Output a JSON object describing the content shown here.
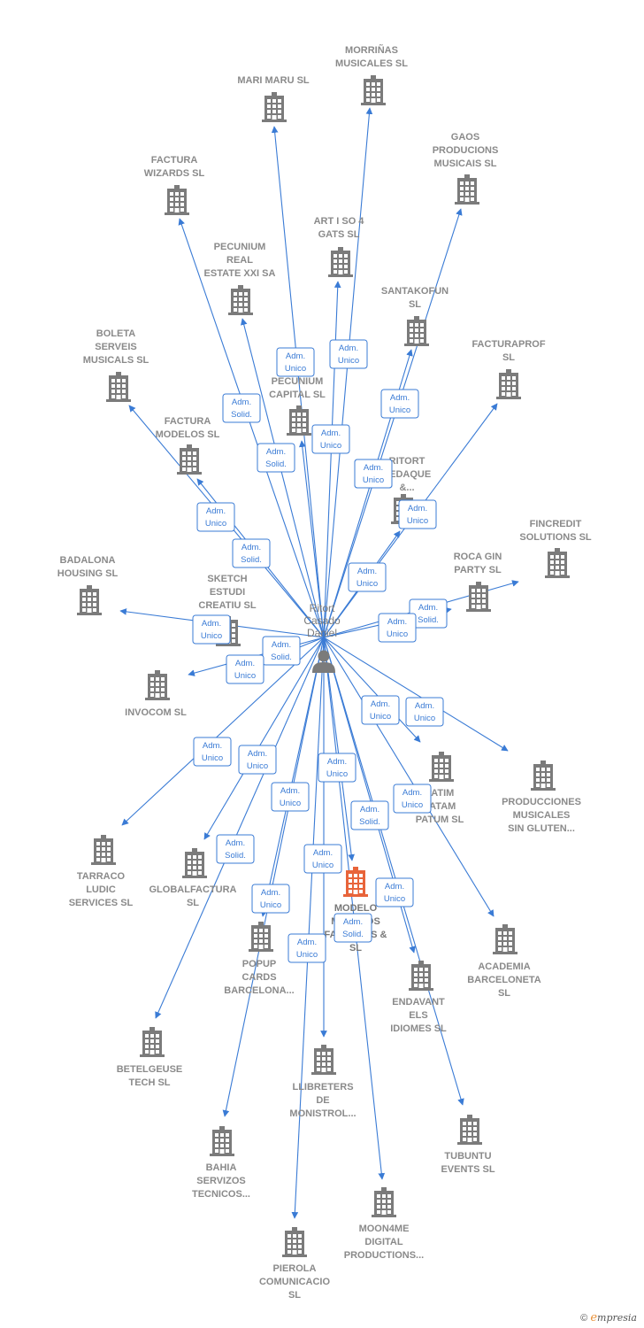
{
  "person": {
    "lines": [
      "Ritort",
      "Casado",
      "Daniel"
    ]
  },
  "brand": {
    "copyright": "©",
    "e": "e",
    "rest": "mpresia"
  },
  "colors": {
    "edge": "#3a7bd5",
    "building": "#7b7b7b",
    "highlight": "#e8643a"
  },
  "companies": [
    {
      "id": "morrinas",
      "lines": [
        "MORRIÑAS",
        "MUSICALES  SL"
      ],
      "roles": [
        [
          "Adm.",
          "Unico"
        ]
      ]
    },
    {
      "id": "mari-maru",
      "lines": [
        "MARI MARU  SL"
      ],
      "roles": [
        [
          "Adm.",
          "Unico"
        ]
      ]
    },
    {
      "id": "gaos",
      "lines": [
        "GAOS",
        "PRODUCIONS",
        "MUSICAIS  SL"
      ],
      "roles": [
        [
          "Adm.",
          "Unico"
        ]
      ]
    },
    {
      "id": "factura-wizards",
      "lines": [
        "FACTURA",
        "WIZARDS  SL"
      ],
      "roles": [
        [
          "Adm.",
          "Solid."
        ]
      ]
    },
    {
      "id": "art-i-so",
      "lines": [
        "ART I SO 4",
        "GATS  SL"
      ],
      "roles": [
        [
          "Adm.",
          "Unico"
        ]
      ]
    },
    {
      "id": "pecunium-real",
      "lines": [
        "PECUNIUM",
        "REAL",
        "ESTATE XXI SA"
      ],
      "roles": [
        [
          "Adm.",
          "Solid."
        ]
      ]
    },
    {
      "id": "santakofun",
      "lines": [
        "SANTAKOFUN",
        "SL"
      ],
      "roles": [
        [
          "Adm.",
          "Unico"
        ]
      ]
    },
    {
      "id": "facturaprof",
      "lines": [
        "FACTURAPROF",
        "SL"
      ],
      "roles": [
        [
          "Adm.",
          "Unico"
        ]
      ]
    },
    {
      "id": "boleta",
      "lines": [
        "BOLETA",
        "SERVEIS",
        "MUSICALS  SL"
      ],
      "roles": [
        [
          "Adm.",
          "Unico"
        ]
      ]
    },
    {
      "id": "pecunium-capital",
      "lines": [
        "PECUNIUM",
        "CAPITAL  SL"
      ],
      "roles": [
        [
          "Adm.",
          "Unico"
        ]
      ]
    },
    {
      "id": "ritort",
      "lines": [
        "RITORT",
        "PEDAQUE",
        "&..."
      ],
      "roles": [
        [
          "Adm.",
          "Unico"
        ]
      ]
    },
    {
      "id": "factura-modelos",
      "lines": [
        "FACTURA",
        "MODELOS  SL"
      ],
      "roles": [
        [
          "Adm.",
          "Solid."
        ]
      ]
    },
    {
      "id": "fincredit",
      "lines": [
        "FINCREDIT",
        "SOLUTIONS  SL"
      ],
      "roles": [
        [
          "Adm.",
          "Solid."
        ]
      ]
    },
    {
      "id": "roca-gin",
      "lines": [
        "ROCA GIN",
        "PARTY  SL"
      ],
      "roles": [
        [
          "Adm.",
          "Unico"
        ]
      ]
    },
    {
      "id": "badalona",
      "lines": [
        "BADALONA",
        "HOUSING  SL"
      ],
      "roles": [
        [
          "Adm.",
          "Unico"
        ]
      ]
    },
    {
      "id": "sketch",
      "lines": [
        "SKETCH",
        "ESTUDI",
        "CREATIU  SL"
      ],
      "roles": [
        [
          "Adm.",
          "Solid."
        ]
      ]
    },
    {
      "id": "invocom",
      "lines": [
        "INVOCOM  SL"
      ],
      "roles": [
        [
          "Adm.",
          "Unico"
        ]
      ]
    },
    {
      "id": "producciones",
      "lines": [
        "PRODUCCIONES",
        "MUSICALES",
        "SIN GLUTEN..."
      ],
      "roles": [
        [
          "Adm.",
          "Unico"
        ]
      ]
    },
    {
      "id": "patim",
      "lines": [
        "PATIM",
        "PATAM",
        "PATUM  SL"
      ],
      "roles": [
        [
          "Adm.",
          "Unico"
        ]
      ]
    },
    {
      "id": "tarraco",
      "lines": [
        "TARRACO",
        "LUDIC",
        "SERVICES  SL"
      ],
      "roles": [
        [
          "Adm.",
          "Unico"
        ]
      ]
    },
    {
      "id": "globalfactura",
      "lines": [
        "GLOBALFACTURA",
        "SL"
      ],
      "roles": [
        [
          "Adm.",
          "Unico"
        ]
      ]
    },
    {
      "id": "modelo",
      "lines": [
        "MODELO",
        "MODELOS",
        "FACTURAS  &",
        "SL"
      ],
      "highlight": true,
      "roles": [
        [
          "Adm.",
          "Unico"
        ]
      ]
    },
    {
      "id": "academia",
      "lines": [
        "ACADEMIA",
        "BARCELONETA",
        "SL"
      ],
      "roles": [
        [
          "Adm.",
          "Unico"
        ]
      ]
    },
    {
      "id": "popup",
      "lines": [
        "POPUP",
        "CARDS",
        "BARCELONA..."
      ],
      "roles": [
        [
          "Adm.",
          "Unico"
        ]
      ]
    },
    {
      "id": "endavant",
      "lines": [
        "ENDAVANT",
        "ELS",
        "IDIOMES  SL"
      ],
      "roles": [
        [
          "Adm.",
          "Solid."
        ]
      ]
    },
    {
      "id": "betelgeuse",
      "lines": [
        "BETELGEUSE",
        "TECH  SL"
      ],
      "roles": [
        [
          "Adm.",
          "Solid."
        ]
      ]
    },
    {
      "id": "llibreters",
      "lines": [
        "LLIBRETERS",
        "DE",
        "MONISTROL..."
      ],
      "roles": [
        [
          "Adm.",
          "Unico"
        ]
      ]
    },
    {
      "id": "tubuntu",
      "lines": [
        "TUBUNTU",
        "EVENTS  SL"
      ],
      "roles": [
        [
          "Adm.",
          "Unico"
        ]
      ]
    },
    {
      "id": "bahia",
      "lines": [
        "BAHIA",
        "SERVIZOS",
        "TECNICOS..."
      ],
      "roles": [
        [
          "Adm.",
          "Unico"
        ]
      ]
    },
    {
      "id": "moon4me",
      "lines": [
        "MOON4ME",
        "DIGITAL",
        "PRODUCTIONS..."
      ],
      "roles": [
        [
          "Adm.",
          "Solid."
        ]
      ]
    },
    {
      "id": "pierola",
      "lines": [
        "PIEROLA",
        "COMUNICACIO",
        "SL"
      ],
      "roles": [
        [
          "Adm.",
          "Unico"
        ]
      ]
    }
  ]
}
